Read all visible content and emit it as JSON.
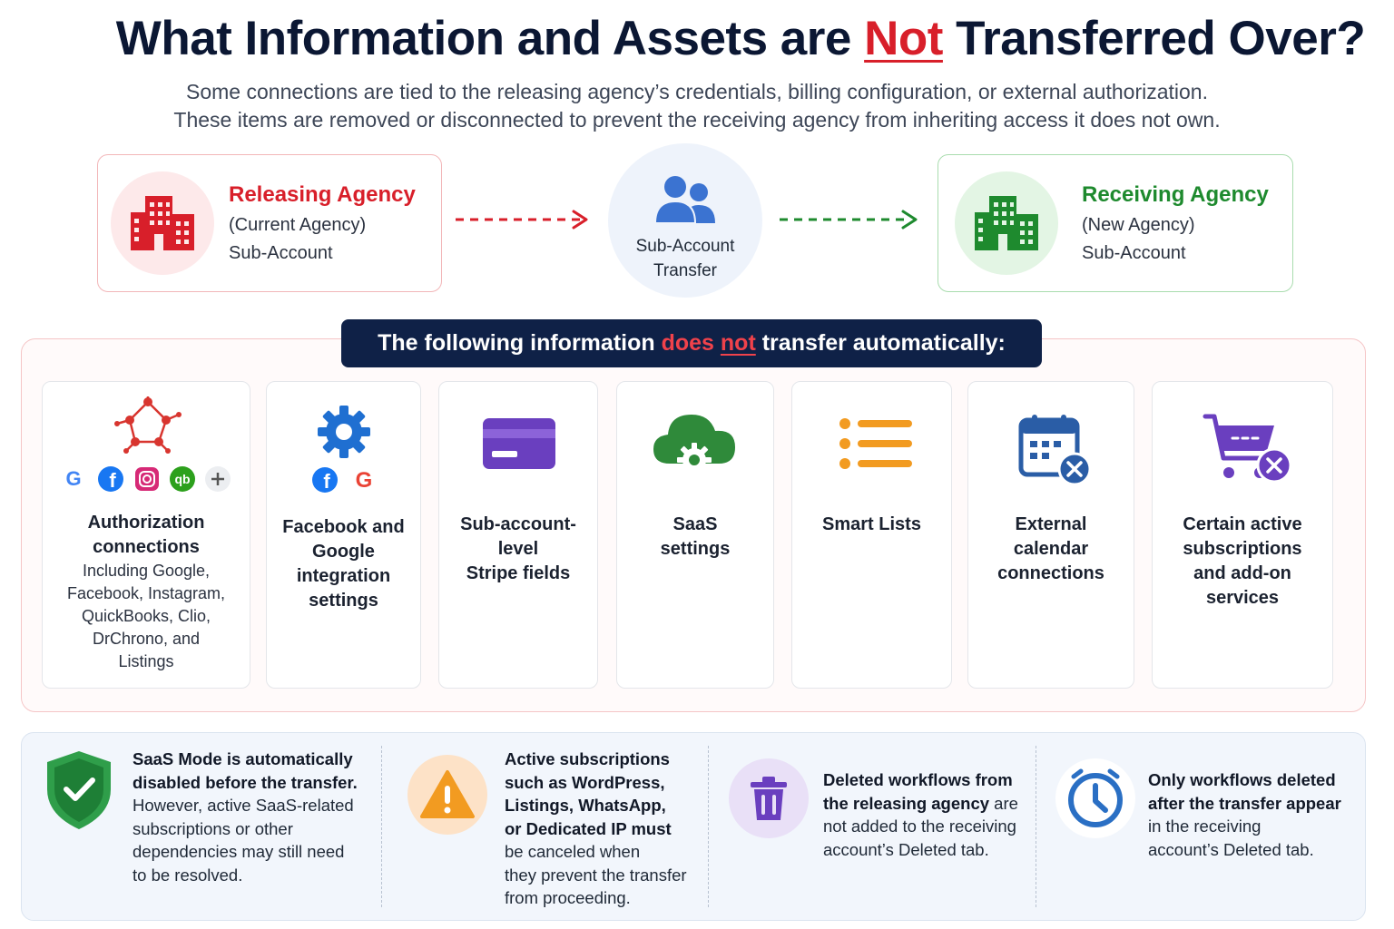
{
  "header": {
    "title_before": "What Information and Assets are",
    "title_highlight": "Not",
    "title_after": "Transferred Over?",
    "subtitle_line1": "Some connections are tied to the releasing agency’s credentials, billing configuration, or external authorization.",
    "subtitle_line2": "These items are removed or disconnected to prevent the receiving agency from inheriting access it does not own."
  },
  "transfer": {
    "releasing": {
      "name": "Releasing Agency",
      "line1": "(Current Agency)",
      "line2": "Sub-Account",
      "color": "#d81f2a"
    },
    "center": {
      "line1": "Sub-Account",
      "line2": "Transfer"
    },
    "receiving": {
      "name": "Receiving Agency",
      "line1": "(New Agency)",
      "line2": "Sub-Account",
      "color": "#1e8a2e"
    }
  },
  "banner": {
    "text_before": "The following information",
    "hl1": "does",
    "hl2": "not",
    "text_after": "transfer automatically:"
  },
  "cards": [
    {
      "title_l1": "Authorization",
      "title_l2": "connections",
      "desc": [
        "Including Google,",
        "Facebook, Instagram,",
        "QuickBooks, Clio,",
        "DrChrono, and",
        "Listings"
      ],
      "icon": "network-icon"
    },
    {
      "title": [
        "Facebook and",
        "Google",
        "integration",
        "settings"
      ],
      "icon": "gear-icon"
    },
    {
      "title": [
        "Sub-account-",
        "level",
        "Stripe fields"
      ],
      "icon": "credit-card-icon"
    },
    {
      "title": [
        "SaaS",
        "settings"
      ],
      "icon": "cloud-gear-icon"
    },
    {
      "title": [
        "Smart Lists"
      ],
      "icon": "list-icon"
    },
    {
      "title": [
        "External",
        "calendar",
        "connections"
      ],
      "icon": "calendar-remove-icon"
    },
    {
      "title": [
        "Certain active",
        "subscriptions",
        "and add-on",
        "services"
      ],
      "icon": "cart-remove-icon"
    }
  ],
  "notes": [
    {
      "bold": [
        "SaaS Mode is automatically",
        "disabled before the transfer."
      ],
      "text": [
        "However, active SaaS-related",
        "subscriptions or other",
        "dependencies may still need",
        "to be resolved."
      ],
      "icon": "shield-check-icon"
    },
    {
      "bold": [
        "Active subscriptions",
        "such as WordPress,",
        "Listings, WhatsApp,",
        "or Dedicated IP must"
      ],
      "text": [
        "be canceled when",
        "they prevent the transfer",
        "from proceeding."
      ],
      "icon": "warning-icon"
    },
    {
      "bold": [
        "Deleted workflows from",
        "the releasing agency"
      ],
      "bold_suffix": "are",
      "text": [
        "not added to the receiving",
        "account’s Deleted tab."
      ],
      "icon": "trash-icon"
    },
    {
      "bold": [
        "Only workflows deleted",
        "after the transfer appear"
      ],
      "text": [
        "in the receiving",
        "account’s Deleted tab."
      ],
      "icon": "clock-icon"
    }
  ],
  "colors": {
    "red": "#d81f2a",
    "green": "#1e8a2e",
    "navy": "#0f2147",
    "purple": "#6a3fbf",
    "orange": "#f29b21",
    "blue": "#2a6fc4"
  }
}
